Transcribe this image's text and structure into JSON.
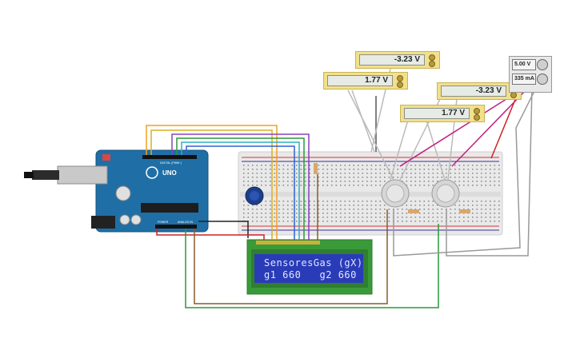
{
  "meters": [
    {
      "id": "meter-top-center",
      "value": "-3.23 V"
    },
    {
      "id": "meter-left",
      "value": "1.77 V"
    },
    {
      "id": "meter-right-top",
      "value": "-3.23 V"
    },
    {
      "id": "meter-right-bottom",
      "value": "1.77 V"
    }
  ],
  "power_supply": {
    "voltage": "5.00 V",
    "current": "335 mA"
  },
  "lcd": {
    "line1": "SensoresGas (gX)",
    "line2": "g1 660   g2 660"
  },
  "arduino": {
    "brand": "UNO",
    "label_digital": "DIGITAL (PWM~)",
    "label_power": "POWER",
    "label_analog": "ANALOG IN"
  },
  "colors": {
    "board": "#1f6fa6",
    "breadboard": "#e9e9e9",
    "lcd": "#2a3bb8",
    "lcd_frame": "#3a9a3a",
    "meter": "#f2e08a"
  }
}
